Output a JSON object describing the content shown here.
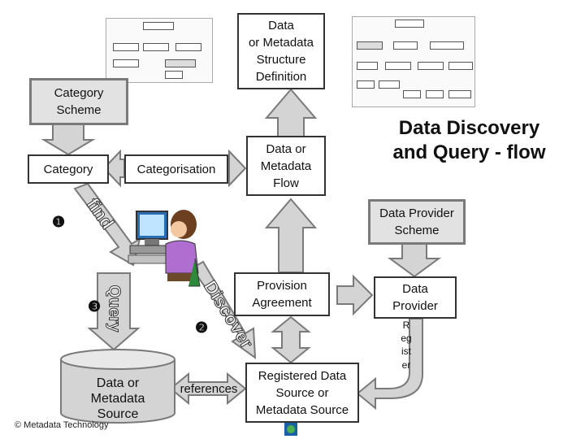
{
  "title": "Data Discovery\nand Query - flow",
  "boxes": {
    "dsd": "Data\nor Metadata\nStructure\nDefinition",
    "category_scheme": "Category\nScheme",
    "category": "Category",
    "categorisation": "Categorisation",
    "dataflow": "Data or\nMetadata\nFlow",
    "provider_scheme": "Data Provider\nScheme",
    "provision": "Provision\nAgreement",
    "provider": "Data\nProvider",
    "registered": "Registered Data\nSource or\nMetadata Source",
    "source": "Data or\nMetadata\nSource"
  },
  "labels": {
    "references": "references",
    "find": "find",
    "query": "Query",
    "discover": "Discover",
    "register": "Register"
  },
  "steps": [
    "❶",
    "❷",
    "❸"
  ],
  "copyright": "© Metadata Technology",
  "colors": {
    "arrow_fill": "#d4d4d4",
    "arrow_stroke": "#7a7a7a",
    "box_border": "#333333"
  }
}
